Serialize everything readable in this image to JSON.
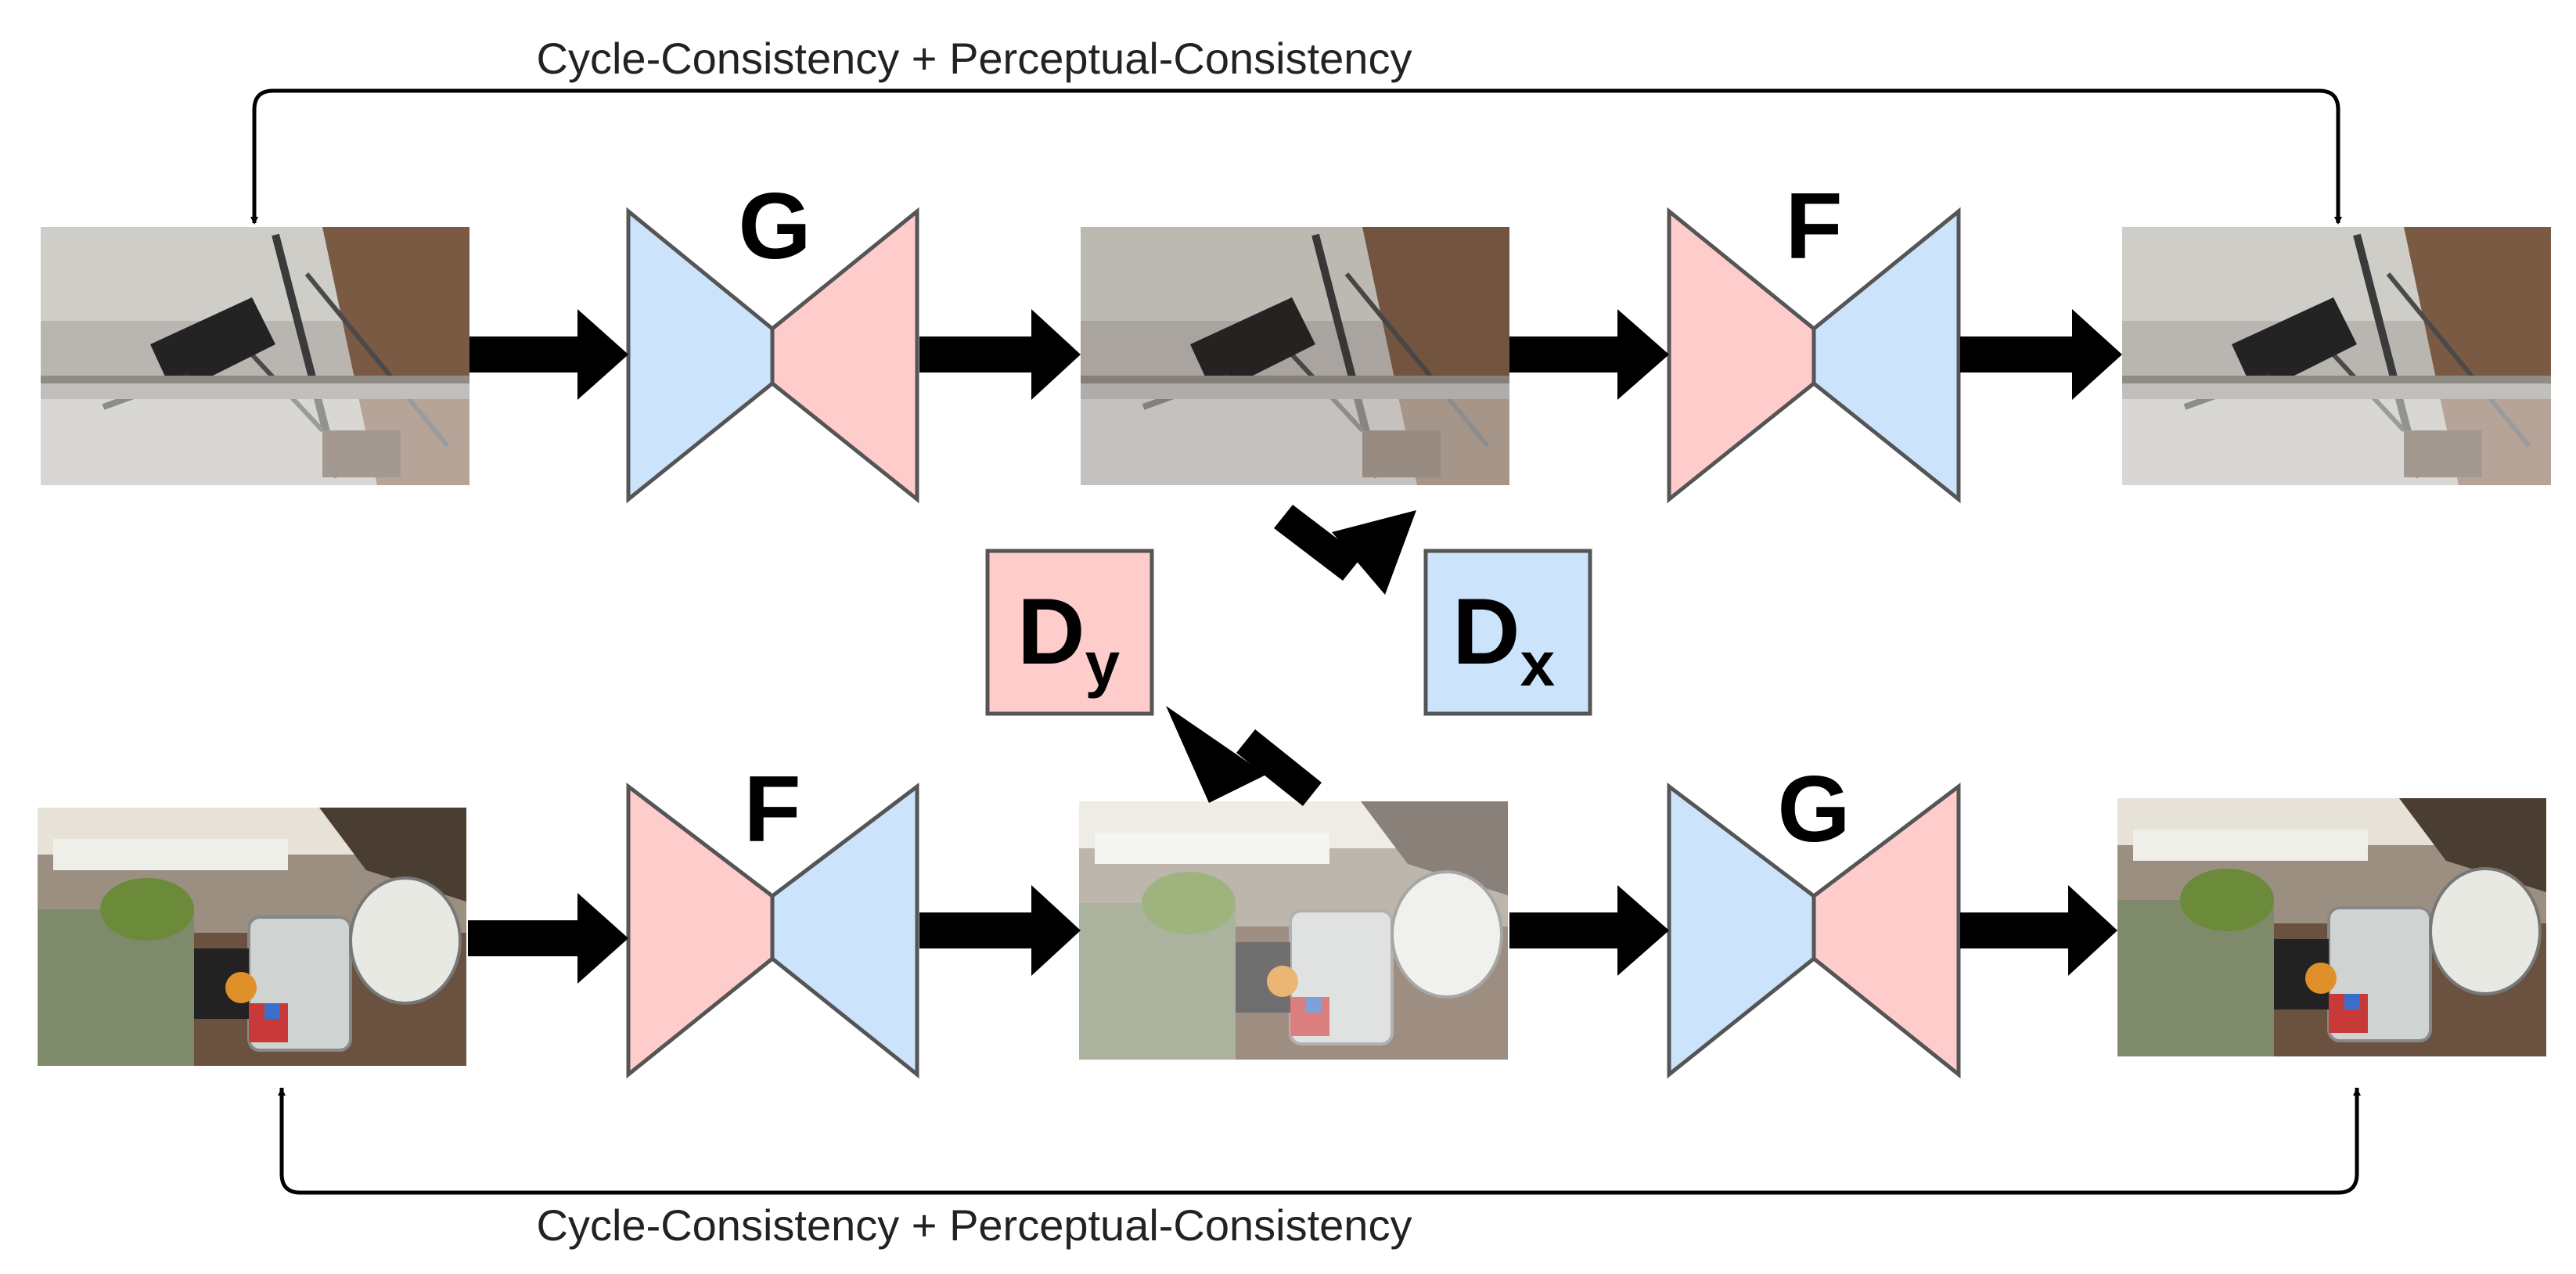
{
  "colors": {
    "encoder_blue": "#cce3fc",
    "decoder_pink": "#ffcccc",
    "outline": "#555555",
    "arrow": "#000000"
  },
  "captions": {
    "top": "Cycle-Consistency + Perceptual-Consistency",
    "bottom": "Cycle-Consistency + Perceptual-Consistency"
  },
  "generators": {
    "top_left": "G",
    "top_right": "F",
    "bottom_left": "F",
    "bottom_right": "G"
  },
  "discriminators": {
    "dy": {
      "main": "D",
      "sub": "y"
    },
    "dx": {
      "main": "D",
      "sub": "x"
    }
  },
  "images": {
    "row1": [
      "telescope-hazy-input",
      "telescope-clear-output",
      "telescope-hazy-reconstruction"
    ],
    "row2": [
      "kitchen-clear-input",
      "kitchen-hazy-output",
      "kitchen-clear-reconstruction"
    ]
  }
}
